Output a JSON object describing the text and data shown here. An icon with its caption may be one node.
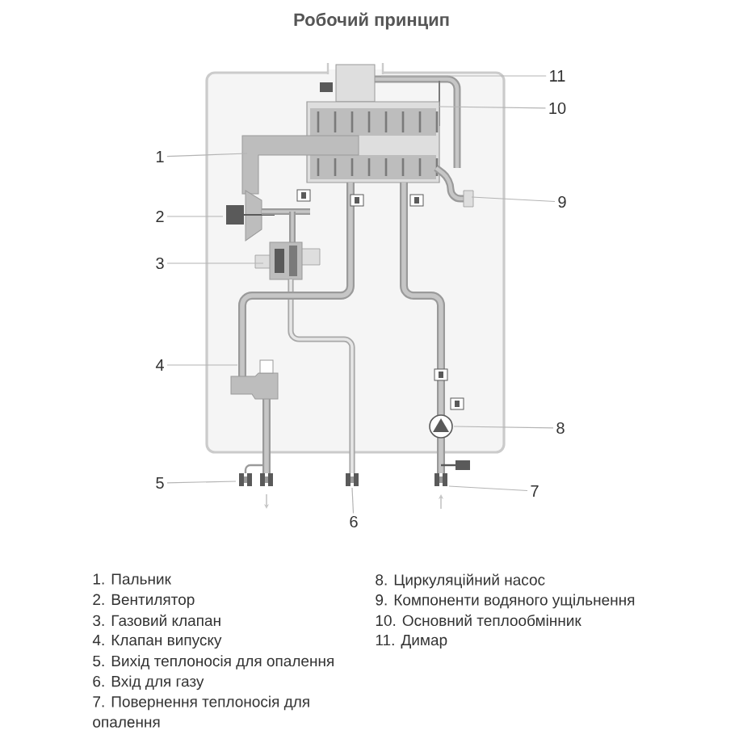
{
  "diagram": {
    "title": "Робочий принцип",
    "nodes": [
      {
        "text": [
          "11"
        ]
      },
      {
        "text": [
          "10"
        ]
      },
      {
        "text": [
          "1"
        ]
      },
      {
        "text": [
          "9"
        ]
      },
      {
        "text": [
          "2"
        ]
      },
      {
        "text": [
          "3"
        ]
      },
      {
        "text": [
          "4"
        ]
      },
      {
        "text": [
          "8"
        ]
      },
      {
        "text": [
          "5"
        ]
      },
      {
        "text": [
          "7"
        ]
      },
      {
        "text": [
          "6"
        ]
      }
    ],
    "edges": [
      {
        "from": 0,
        "to": null,
        "arrow": "none"
      },
      {
        "from": 1,
        "to": null,
        "arrow": "none"
      },
      {
        "from": 2,
        "to": null,
        "arrow": "none"
      },
      {
        "from": 3,
        "to": null,
        "arrow": "none"
      },
      {
        "from": 4,
        "to": null,
        "arrow": "none"
      },
      {
        "from": 5,
        "to": null,
        "arrow": "none"
      },
      {
        "from": 6,
        "to": null,
        "arrow": "none"
      },
      {
        "from": 7,
        "to": null,
        "arrow": "none"
      },
      {
        "from": 8,
        "to": null,
        "arrow": "none"
      },
      {
        "from": 9,
        "to": null,
        "arrow": "none"
      },
      {
        "from": 10,
        "to": null,
        "arrow": "none"
      }
    ],
    "labels": [
      "1. Пальник",
      "2. Вентилятор",
      "3. Газовий клапан",
      "4. Клапан випуску",
      "5. Вихід теплоносія для опалення",
      "6. Вхід для газу",
      "7. Повернення теплоносія для опалення",
      "8. Циркуляційний насос",
      "9. Компоненти водяного ущільнення",
      "10. Основний теплообмінник",
      "11. Димар"
    ]
  }
}
